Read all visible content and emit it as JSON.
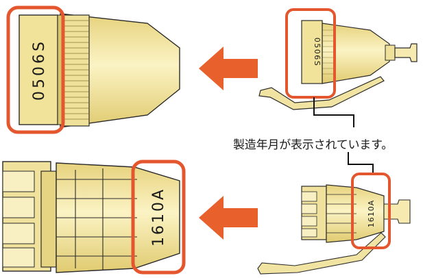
{
  "caption": "製造年月が表示されています。",
  "labels": {
    "top_zoom_code": "0506S",
    "top_small_code": "0506S",
    "bottom_zoom_code": "1610A",
    "bottom_small_code": "1610A"
  },
  "colors": {
    "highlight": "#e4572e",
    "arrow": "#e8602c",
    "body_fill": "#f3e7a4",
    "body_shade": "#e3d07a",
    "outline": "#2a2a2a",
    "leader": "#111111"
  },
  "icons": {
    "arrow": "left-arrow-icon"
  }
}
